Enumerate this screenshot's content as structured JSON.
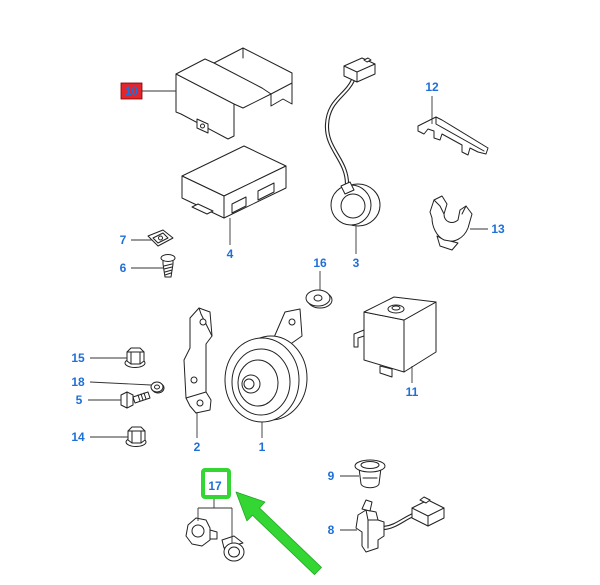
{
  "callouts": {
    "c1": "1",
    "c2": "2",
    "c3": "3",
    "c4": "4",
    "c5": "5",
    "c6": "6",
    "c7": "7",
    "c8": "8",
    "c9": "9",
    "c10": "10",
    "c11": "11",
    "c12": "12",
    "c13": "13",
    "c14": "14",
    "c15": "15",
    "c16": "16",
    "c17": "17",
    "c18": "18"
  },
  "colors": {
    "callout_text": "#1f6fd8",
    "line_art": "#222222",
    "highlight_red": "#e5242b",
    "highlight_green": "#33d633"
  },
  "icons": {
    "pointer": "green-arrow-icon"
  }
}
